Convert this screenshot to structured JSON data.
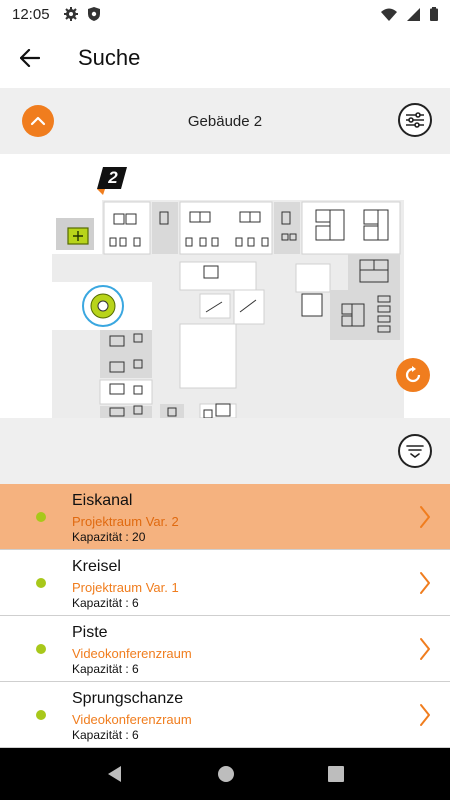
{
  "status_bar": {
    "time": "12:05",
    "icons": [
      "gear-icon",
      "shield-icon",
      "wifi-icon",
      "signal-icon",
      "battery-icon"
    ]
  },
  "app_bar": {
    "title": "Suche",
    "back_icon": "arrow-left-icon"
  },
  "building": {
    "name": "Gebäude 2",
    "collapse_icon": "chevron-up-icon",
    "filter_icon": "sliders-icon"
  },
  "floorplan": {
    "floor_number": "2"
  },
  "colors": {
    "accent": "#f07d1e",
    "selected_row": "#f5b27f",
    "available_dot": "#a8c81a",
    "header_bg": "#efefef"
  },
  "rooms": [
    {
      "name": "Eiskanal",
      "type": "Projektraum Var. 2",
      "capacity": "Kapazität : 20",
      "selected": true
    },
    {
      "name": "Kreisel",
      "type": "Projektraum Var. 1",
      "capacity": "Kapazität : 6",
      "selected": false
    },
    {
      "name": "Piste",
      "type": "Videokonferenzraum",
      "capacity": "Kapazität : 6",
      "selected": false
    },
    {
      "name": "Sprungschanze",
      "type": "Videokonferenzraum",
      "capacity": "Kapazität : 6",
      "selected": false
    }
  ]
}
